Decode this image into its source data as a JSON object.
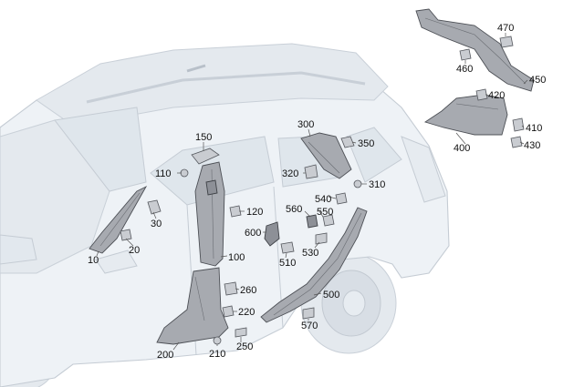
{
  "callouts": {
    "c10": "10",
    "c20": "20",
    "c30": "30",
    "c100": "100",
    "c110": "110",
    "c120": "120",
    "c150": "150",
    "c200": "200",
    "c210": "210",
    "c220": "220",
    "c250": "250",
    "c260": "260",
    "c300": "300",
    "c310": "310",
    "c320": "320",
    "c350": "350",
    "c400": "400",
    "c410": "410",
    "c420": "420",
    "c430": "430",
    "c450": "450",
    "c460": "460",
    "c470": "470",
    "c500": "500",
    "c510": "510",
    "c530": "530",
    "c540": "540",
    "c550": "550",
    "c560": "560",
    "c570": "570",
    "c600": "600"
  },
  "colors": {
    "vehicle_ghost": "#eef2f6",
    "trim_part": "#a7aab0",
    "leader_line": "#555555",
    "text": "#111111"
  }
}
